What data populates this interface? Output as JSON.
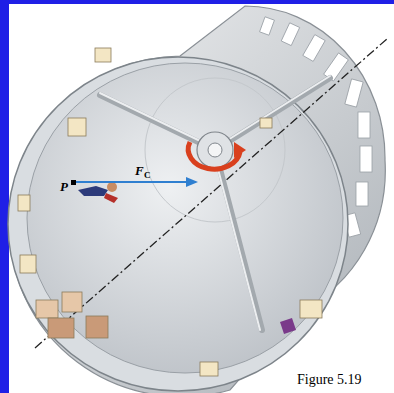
{
  "diagram": {
    "caption": "Figure 5.19",
    "labels": [
      "P",
      "F",
      "C"
    ]
  }
}
